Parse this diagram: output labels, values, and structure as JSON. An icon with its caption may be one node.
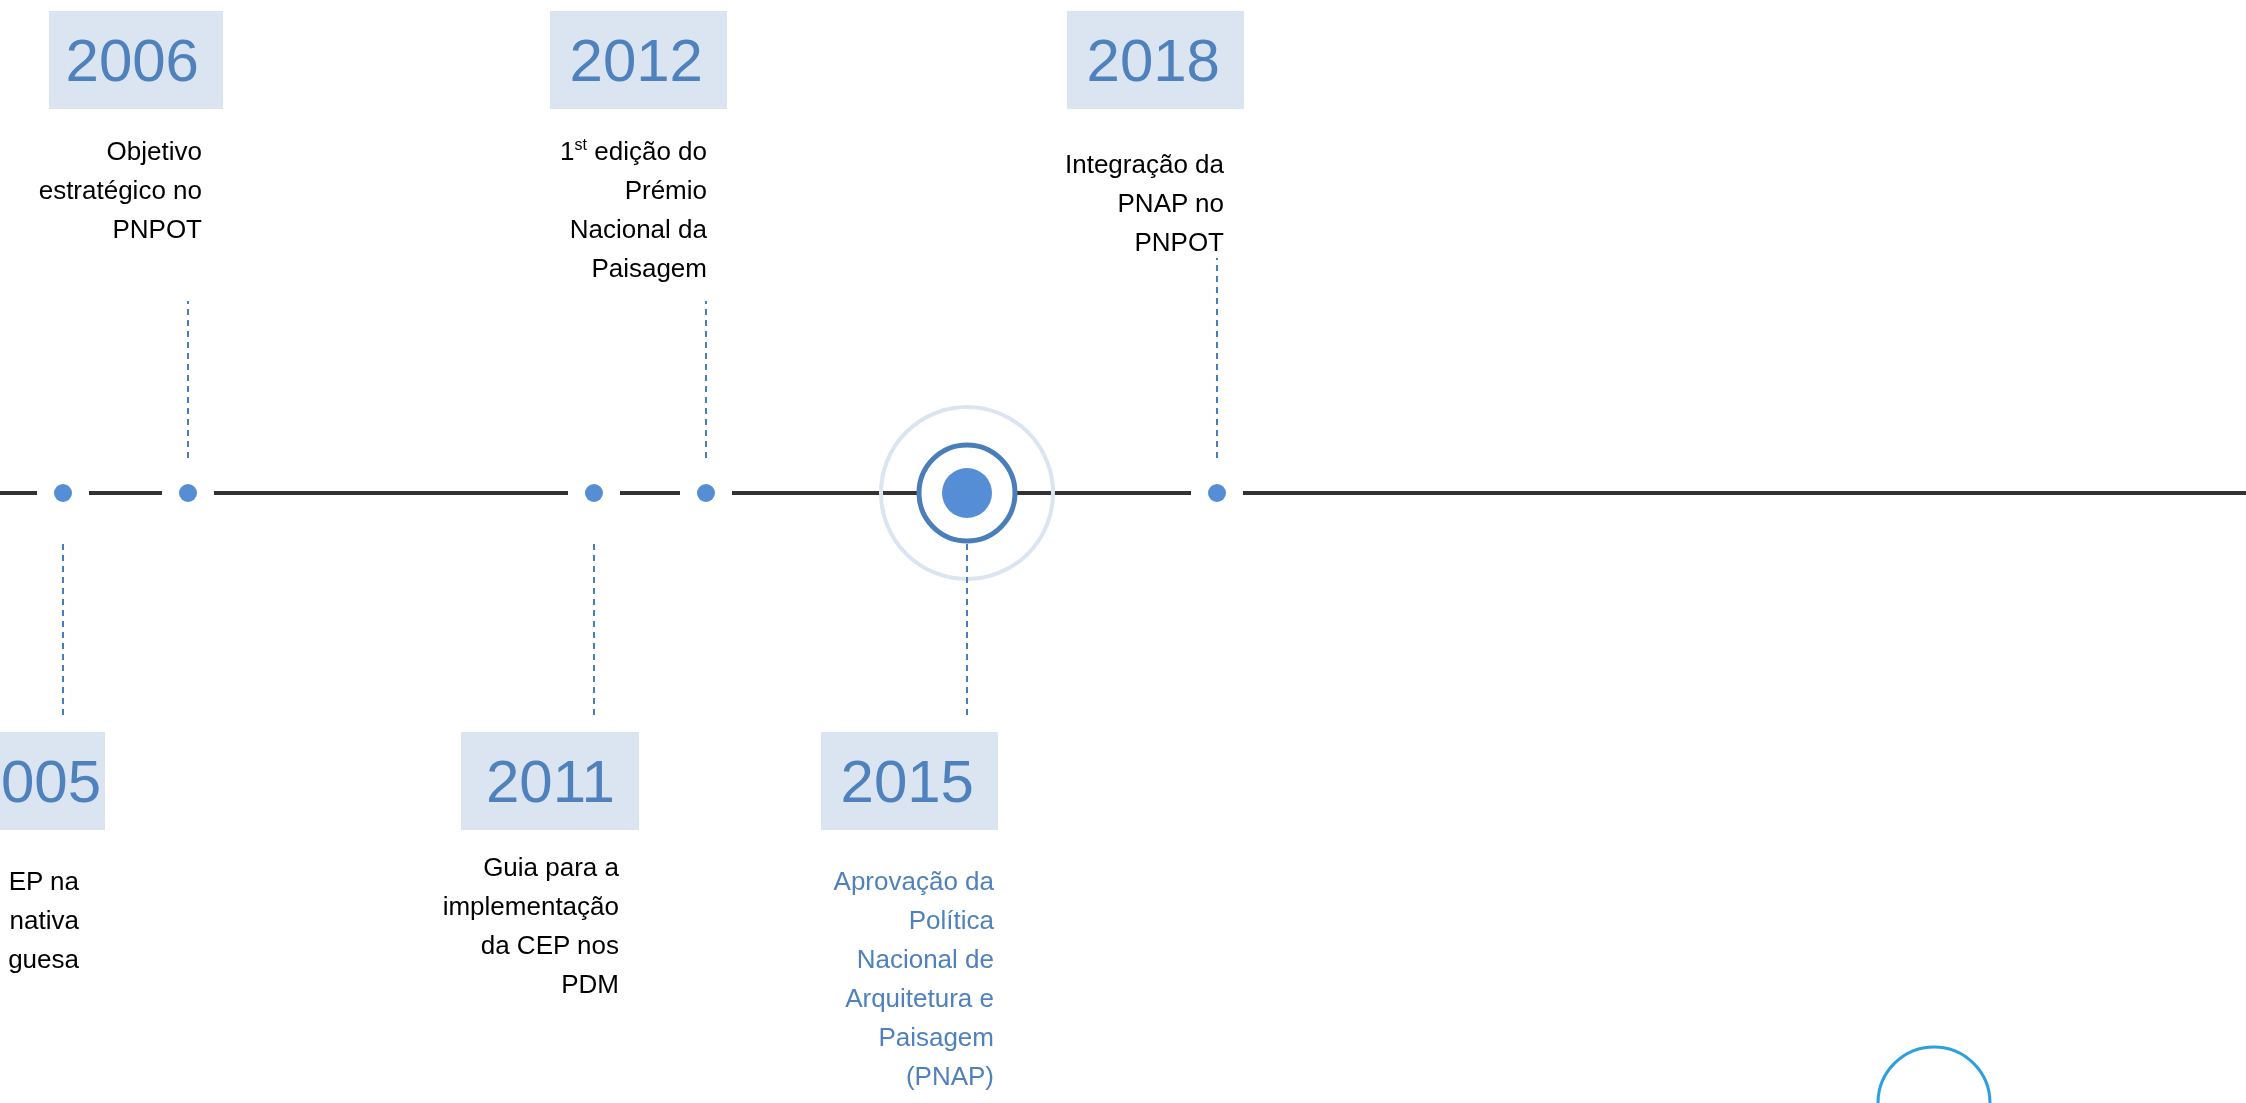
{
  "diagram": {
    "nodes": [
      {
        "text": [
          "2006"
        ],
        "beside": [
          "Objetivo estratégico no PNPOT"
        ]
      },
      {
        "text": [
          "2012"
        ],
        "beside": [
          "1$^{st}$ edição do Prémio Nacional da Paisagem"
        ]
      },
      {
        "text": [
          "2018"
        ],
        "beside": [
          "Integração da PNAP no PNPOT"
        ]
      },
      {
        "text": [],
        "shape": "circle"
      },
      {
        "text": [],
        "shape": "circle"
      },
      {
        "text": [],
        "shape": "circle"
      },
      {
        "text": [],
        "shape": "circle"
      },
      {
        "text": [],
        "shape": "circle"
      },
      {
        "text": [],
        "shape": "circle"
      },
      {
        "text": [
          "005"
        ],
        "beside": [
          "EP na nativa guesa"
        ]
      },
      {
        "text": [
          "2011"
        ],
        "beside": [
          "Guia para a implementação da CEP nos PDM"
        ]
      },
      {
        "text": [
          "2015"
        ],
        "beside": [
          "Aprovação da Política Nacional de Arquitetura e Paisagem (PNAP)"
        ]
      }
    ],
    "edges": [
      {
        "from": 3,
        "to": 9,
        "arrow": "none",
        "style": "dashed"
      },
      {
        "from": 4,
        "to": 0,
        "arrow": "none",
        "style": "dashed"
      },
      {
        "from": 5,
        "to": 10,
        "arrow": "none",
        "style": "dashed"
      },
      {
        "from": 6,
        "to": 1,
        "arrow": "none",
        "style": "dashed"
      },
      {
        "from": 7,
        "to": 11,
        "arrow": "none",
        "style": "dashed"
      },
      {
        "from": 8,
        "to": 2,
        "arrow": "none",
        "style": "dashed"
      }
    ]
  }
}
